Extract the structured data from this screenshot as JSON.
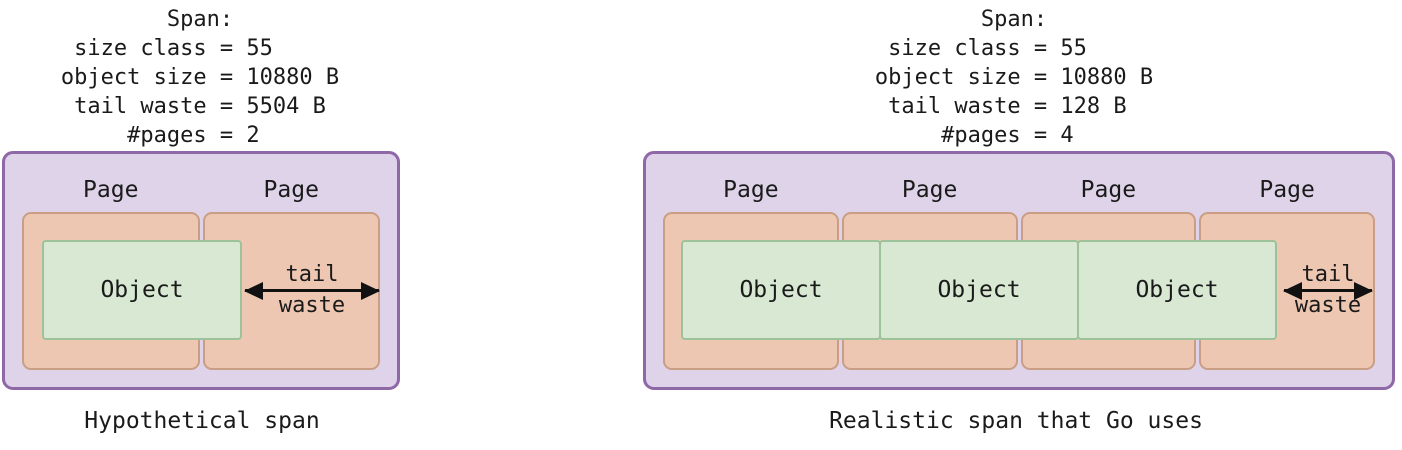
{
  "colors": {
    "span_fill": "#ded3e9",
    "span_border": "#8f68a8",
    "page_fill": "#eec7b2",
    "page_border": "#c99e85",
    "object_fill": "#d8e8d3",
    "object_border": "#9dc29a",
    "arrow": "#111111",
    "text": "#1a1a1a",
    "background": "#ffffff"
  },
  "left_figure": {
    "info": {
      "title": "Span:",
      "lines": [
        " size class = 55",
        "object size = 10880 B",
        " tail waste = 5504 B",
        "     #pages = 2"
      ]
    },
    "page_labels": [
      "Page",
      "Page"
    ],
    "objects": [
      "Object"
    ],
    "tail": {
      "line1": "tail",
      "line2": "waste"
    },
    "caption": "Hypothetical span"
  },
  "right_figure": {
    "info": {
      "title": "Span:",
      "lines": [
        " size class = 55",
        "object size = 10880 B",
        " tail waste = 128 B",
        "     #pages = 4"
      ]
    },
    "page_labels": [
      "Page",
      "Page",
      "Page",
      "Page"
    ],
    "objects": [
      "Object",
      "Object",
      "Object"
    ],
    "tail": {
      "line1": "tail",
      "line2": "waste"
    },
    "caption": "Realistic span that Go uses"
  }
}
